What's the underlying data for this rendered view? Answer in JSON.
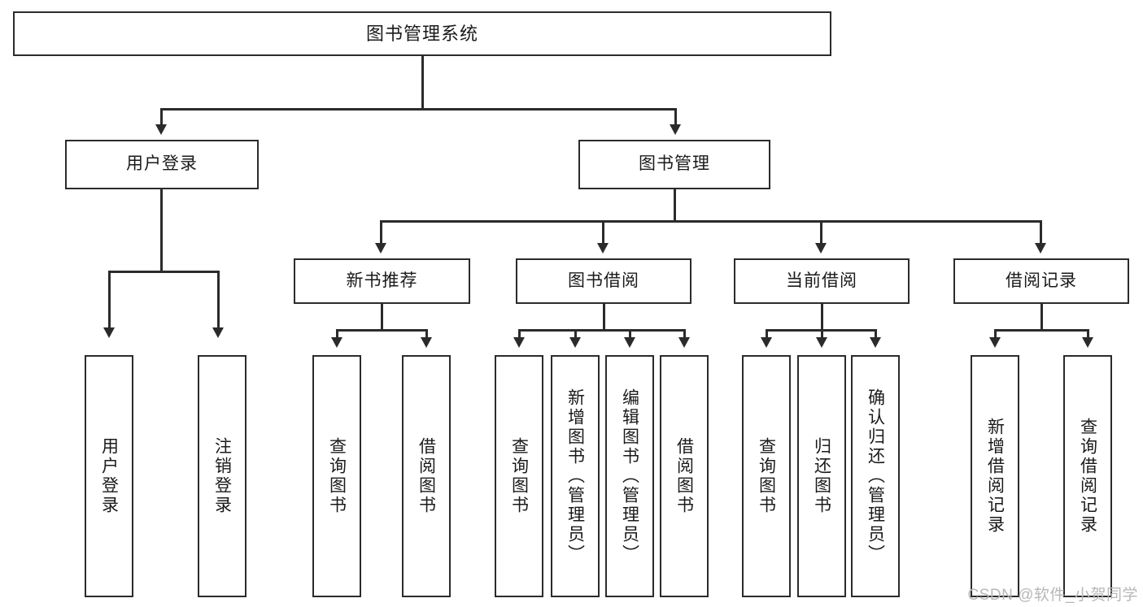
{
  "diagram": {
    "title": "图书管理系统",
    "type": "tree",
    "root": {
      "id": "root",
      "label": "图书管理系统",
      "orientation": "horizontal"
    },
    "level2": [
      {
        "id": "user-login",
        "label": "用户登录",
        "orientation": "horizontal"
      },
      {
        "id": "book-manage",
        "label": "图书管理",
        "orientation": "horizontal"
      }
    ],
    "level3": [
      {
        "id": "new-book-recommend",
        "label": "新书推荐",
        "parent": "book-manage",
        "orientation": "horizontal"
      },
      {
        "id": "book-borrow",
        "label": "图书借阅",
        "parent": "book-manage",
        "orientation": "horizontal"
      },
      {
        "id": "current-borrow",
        "label": "当前借阅",
        "parent": "book-manage",
        "orientation": "horizontal"
      },
      {
        "id": "borrow-record",
        "label": "借阅记录",
        "parent": "book-manage",
        "orientation": "horizontal"
      }
    ],
    "leaves": [
      {
        "id": "leaf-user-login",
        "label": "用户登录",
        "parent": "user-login",
        "orientation": "vertical"
      },
      {
        "id": "leaf-logout-login",
        "label": "注销登录",
        "parent": "user-login",
        "orientation": "vertical"
      },
      {
        "id": "leaf-query-book-rec",
        "label": "查询图书",
        "parent": "new-book-recommend",
        "orientation": "vertical"
      },
      {
        "id": "leaf-borrow-book-rec",
        "label": "借阅图书",
        "parent": "new-book-recommend",
        "orientation": "vertical"
      },
      {
        "id": "leaf-query-book-borrow",
        "label": "查询图书",
        "parent": "book-borrow",
        "orientation": "vertical"
      },
      {
        "id": "leaf-add-book-admin",
        "label": "新增图书（管理员）",
        "parent": "book-borrow",
        "orientation": "vertical"
      },
      {
        "id": "leaf-edit-book-admin",
        "label": "编辑图书（管理员）",
        "parent": "book-borrow",
        "orientation": "vertical"
      },
      {
        "id": "leaf-borrow-book",
        "label": "借阅图书",
        "parent": "book-borrow",
        "orientation": "vertical"
      },
      {
        "id": "leaf-query-book-current",
        "label": "查询图书",
        "parent": "current-borrow",
        "orientation": "vertical"
      },
      {
        "id": "leaf-return-book",
        "label": "归还图书",
        "parent": "current-borrow",
        "orientation": "vertical"
      },
      {
        "id": "leaf-confirm-return-admin",
        "label": "确认归还（管理员）",
        "parent": "current-borrow",
        "orientation": "vertical"
      },
      {
        "id": "leaf-add-borrow-record",
        "label": "新增借阅记录",
        "parent": "borrow-record",
        "orientation": "vertical"
      },
      {
        "id": "leaf-query-borrow-record",
        "label": "查询借阅记录",
        "parent": "borrow-record",
        "orientation": "vertical"
      }
    ],
    "watermark": "CSDN @软件_小贺同学",
    "colors": {
      "stroke": "#2b2b2b",
      "fill": "#ffffff",
      "watermark": "#b7b7b7"
    }
  }
}
